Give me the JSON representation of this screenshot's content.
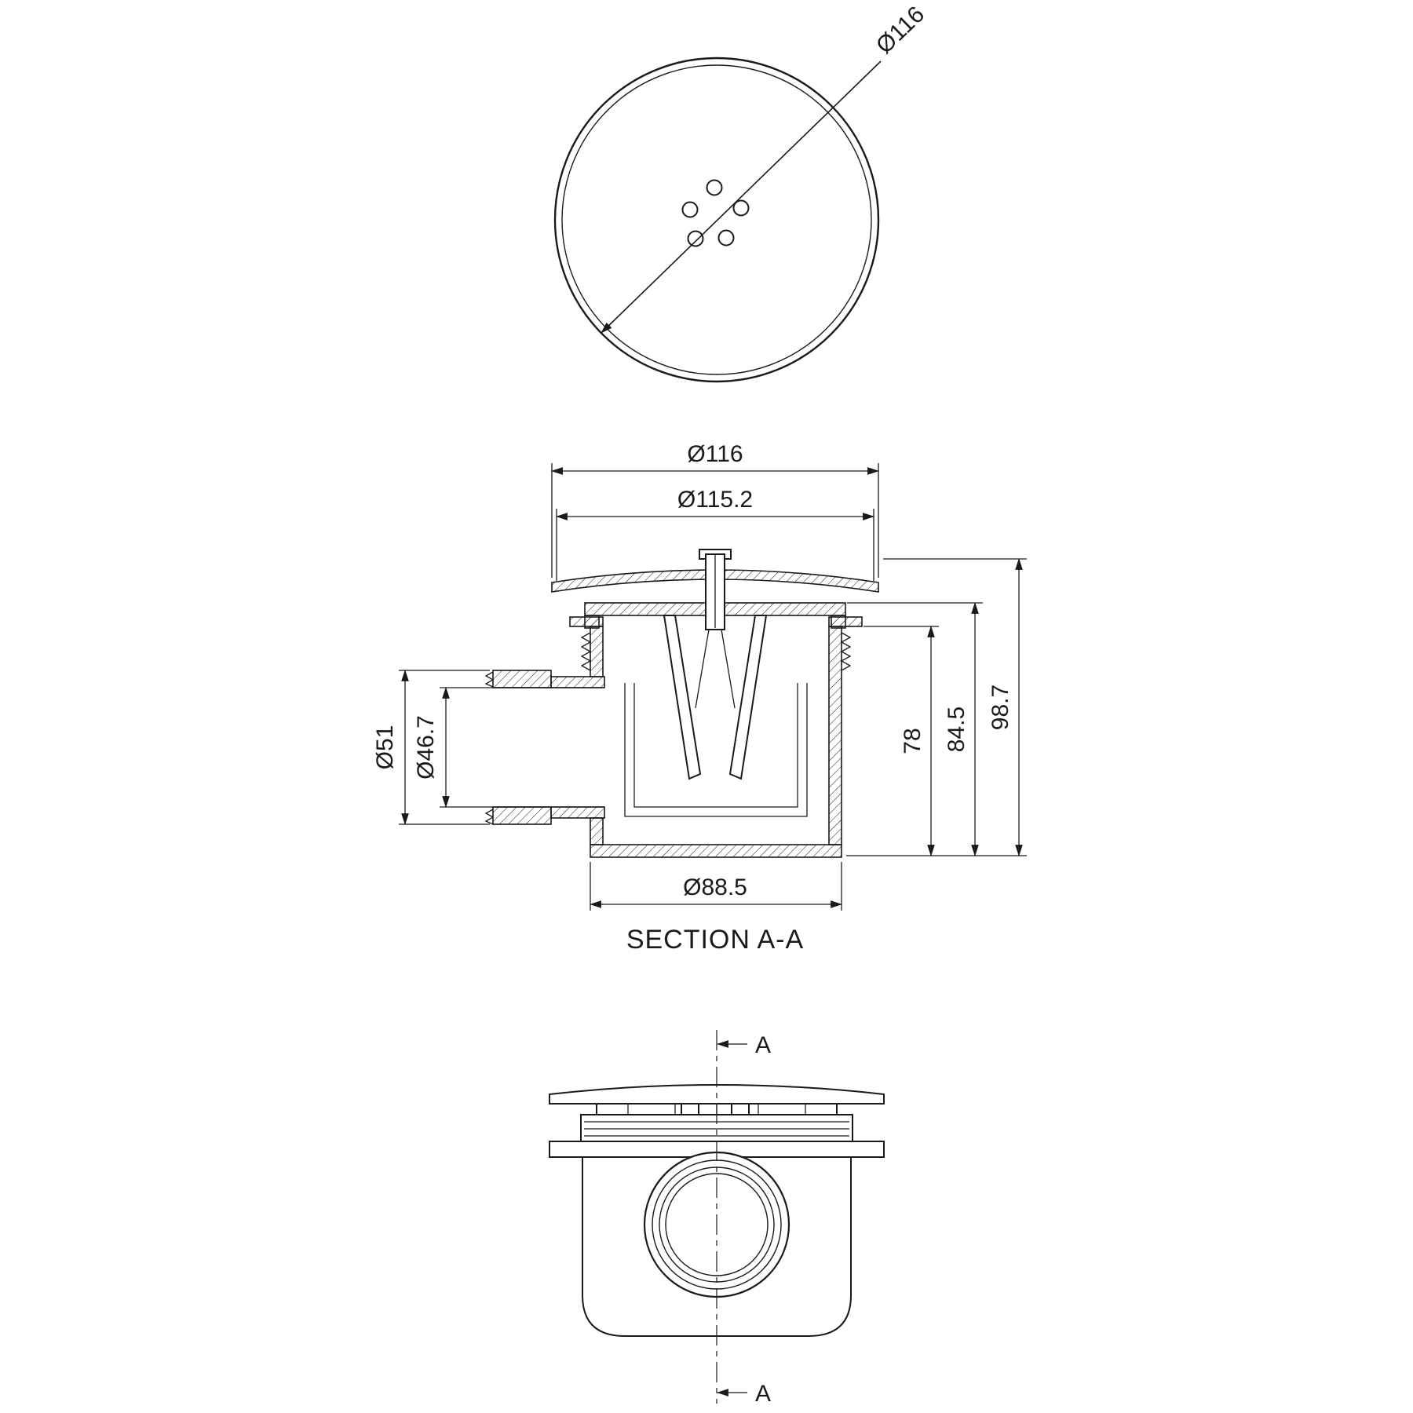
{
  "drawing": {
    "type": "technical-drawing",
    "component": "shower tray fast-flow waste - 3 views",
    "colors": {
      "line": "#1a1a1a",
      "background": "#ffffff"
    },
    "labels": {
      "top_diameter": "Ø116",
      "sec_outer": "Ø116",
      "sec_flange": "Ø115.2",
      "sec_pipe_outer": "Ø51",
      "sec_pipe_bore": "Ø46.7",
      "sec_h78": "78",
      "sec_h845": "84.5",
      "sec_h987": "98.7",
      "sec_body": "Ø88.5",
      "section_title": "SECTION A-A",
      "cut_a_top": "A",
      "cut_a_bottom": "A"
    }
  }
}
